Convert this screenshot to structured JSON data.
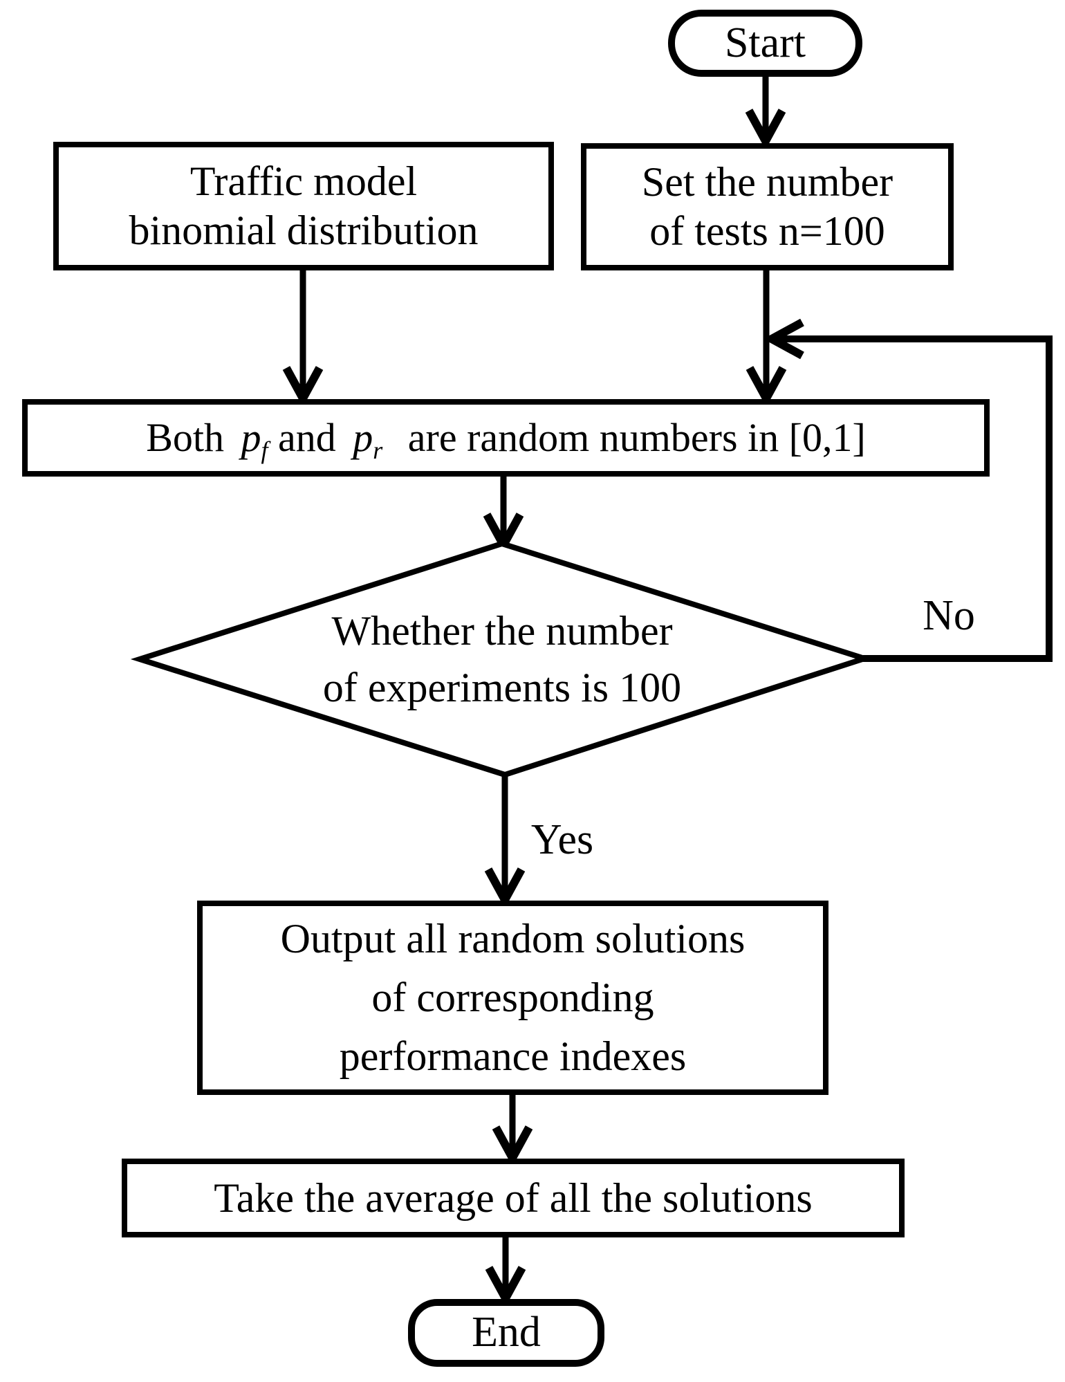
{
  "flowchart": {
    "start_label": "Start",
    "end_label": "End",
    "no_label": "No",
    "yes_label": "Yes",
    "traffic_box": {
      "line1": "Traffic model",
      "line2": "binomial distribution"
    },
    "set_tests_box": {
      "line1": "Set the number",
      "line2": "of tests n=100"
    },
    "random_box": {
      "prefix": "Both ",
      "p1": "p",
      "p1_sub": "f",
      "mid": " and ",
      "p2": "p",
      "p2_sub": "r",
      "suffix": " are random numbers in [0,1]"
    },
    "decision": {
      "line1": "Whether the number",
      "line2": "of experiments is 100"
    },
    "output_box": {
      "line1": "Output all random solutions",
      "line2": "of corresponding",
      "line3": "performance indexes"
    },
    "average_box": {
      "label": "Take the average of all the solutions"
    },
    "colors": {
      "stroke": "#000000",
      "background": "#ffffff"
    }
  }
}
